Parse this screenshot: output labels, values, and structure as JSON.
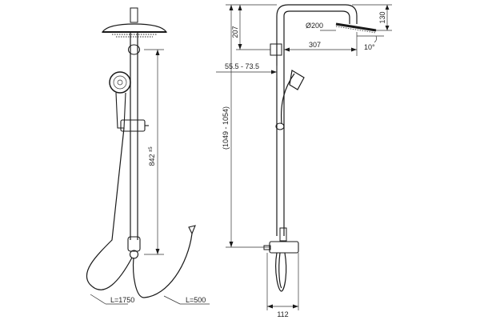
{
  "dimensions": {
    "overall_height": "(1049 - 1054)",
    "rail_height": "842",
    "rail_height_tol": "±5",
    "arm_height": "207",
    "wall_offset": "55.5 - 73.5",
    "head_diameter": "Ø200",
    "arm_reach": "307",
    "head_angle": "10°",
    "head_drop": "130",
    "base_width": "112",
    "hose_length": "L=1750",
    "hose_short": "L=500"
  }
}
